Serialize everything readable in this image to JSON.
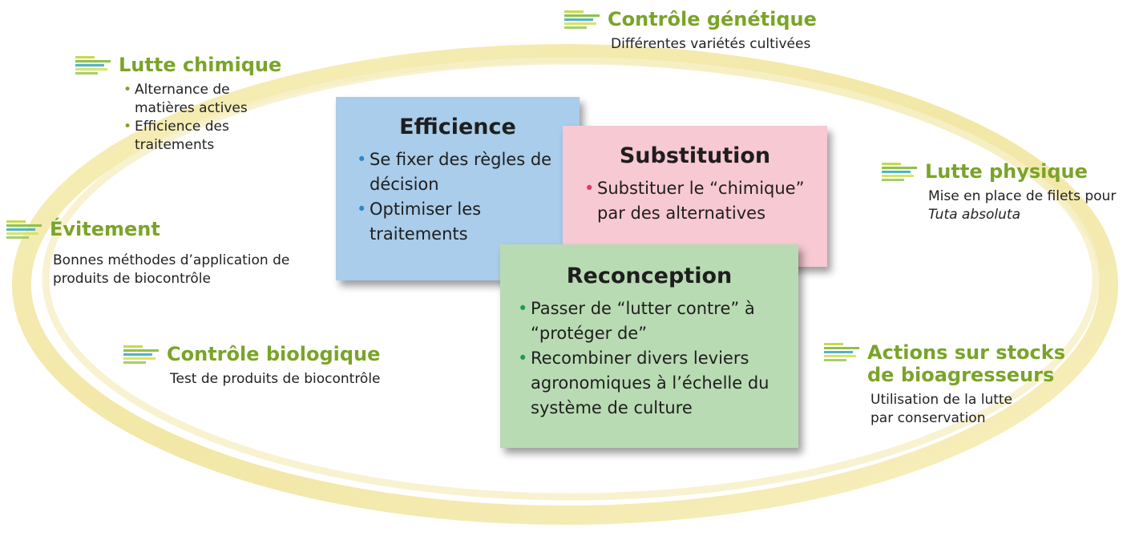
{
  "colors": {
    "lever_title": "#7aa428",
    "ring": "#f4ebb0",
    "efficience_card": "#a9cdea",
    "substitution_card": "#f7c9d2",
    "reconception_card": "#b9dbb3"
  },
  "levers": {
    "controle_genetique": {
      "title": "Contrôle génétique",
      "desc": "Différentes variétés cultivées"
    },
    "lutte_chimique": {
      "title": "Lutte chimique",
      "items": [
        "Alternance de matières actives",
        "Efficience des traitements"
      ]
    },
    "evitement": {
      "title": "Évitement",
      "desc": "Bonnes méthodes d’application de produits de biocontrôle"
    },
    "controle_biologique": {
      "title": "Contrôle biologique",
      "desc": "Test de produits de biocontrôle"
    },
    "lutte_physique": {
      "title": "Lutte physique",
      "desc": "Mise en place de filets pour",
      "desc_italic": "Tuta absoluta"
    },
    "actions_stocks": {
      "title": "Actions sur stocks de bioagresseurs",
      "desc": "Utilisation de la lutte par conservation"
    }
  },
  "cards": {
    "efficience": {
      "title": "Efficience",
      "items": [
        "Se fixer des règles de décision",
        "Optimiser les traitements"
      ]
    },
    "substitution": {
      "title": "Substitution",
      "items": [
        "Substituer le “chimique” par des alternatives"
      ]
    },
    "reconception": {
      "title": "Reconception",
      "items": [
        "Passer de “lutter contre” à “protéger de”",
        "Recombiner divers leviers agronomiques à l’échelle du système de culture"
      ]
    }
  }
}
